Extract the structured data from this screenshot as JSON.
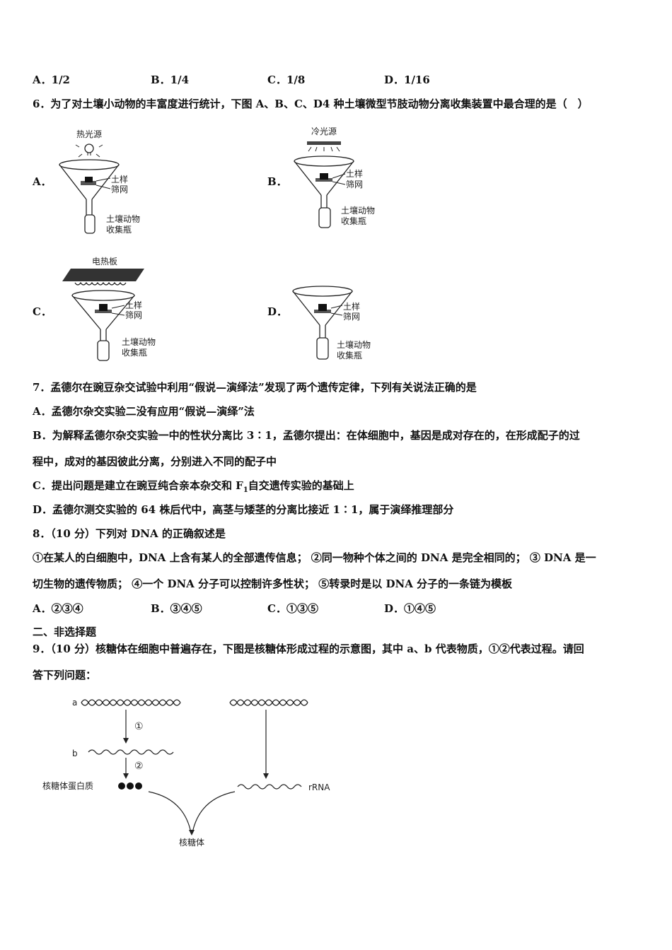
{
  "q5_options": [
    "A．1/2",
    "B．1/4",
    "C．1/8",
    "D．1/16"
  ],
  "q6": {
    "stem": "6．为了对土壤小动物的丰富度进行统计，下图 A、B、C、D4 种土壤微型节肢动物分离收集装置中最合理的是（　）",
    "letters": [
      "A．",
      "B．",
      "C．",
      "D．"
    ],
    "labels": {
      "heat_light": "热光源",
      "cold_light": "冷光源",
      "heater": "电热板",
      "soil": "土样",
      "sieve": "筛网",
      "animals": "土壤动物",
      "bottle": "收集瓶"
    }
  },
  "q7": {
    "stem": "7．孟德尔在豌豆杂交试验中利用“假说—演绎法”发现了两个遗传定律，下列有关说法正确的是",
    "A": "A．孟德尔杂交实验二没有应用“假说—演绎”法",
    "B1": "B．为解释孟德尔杂交实验一中的性状分离比 3∶1，孟德尔提出：在体细胞中，基因是成对存在的，在形成配子的过",
    "B2": "程中，成对的基因彼此分离，分别进入不同的配子中",
    "C_pre": "C．提出问题是建立在豌豆纯合亲本杂交和 F",
    "C_sub": "1",
    "C_post": "自交遗传实验的基础上",
    "D": "D．孟德尔测交实验的 64 株后代中，高茎与矮茎的分离比接近 1∶1，属于演绎推理部分"
  },
  "q8": {
    "stem": "8．（10 分）下列对 DNA 的正确叙述是",
    "line1": "①在某人的白细胞中，DNA 上含有某人的全部遗传信息；  ②同一物种个体之间的 DNA 是完全相同的；  ③ DNA 是一",
    "line2": "切生物的遗传物质；  ④一个 DNA 分子可以控制许多性状；  ⑤转录时是以 DNA 分子的一条链为模板",
    "options": [
      "A．②③④",
      "B．③④⑤",
      "C．①③⑤",
      "D．①④⑤"
    ]
  },
  "section2": "二、非选择题",
  "q9": {
    "line1": "9．（10 分）核糖体在细胞中普遍存在，下图是核糖体形成过程的示意图，其中 a、b 代表物质，①②代表过程。请回",
    "line2": "答下列问题：",
    "diagram": {
      "a": "a",
      "b": "b",
      "step1": "①",
      "step2": "②",
      "protein": "核糖体蛋白质",
      "rrna": "rRNA",
      "ribosome": "核糖体"
    }
  }
}
